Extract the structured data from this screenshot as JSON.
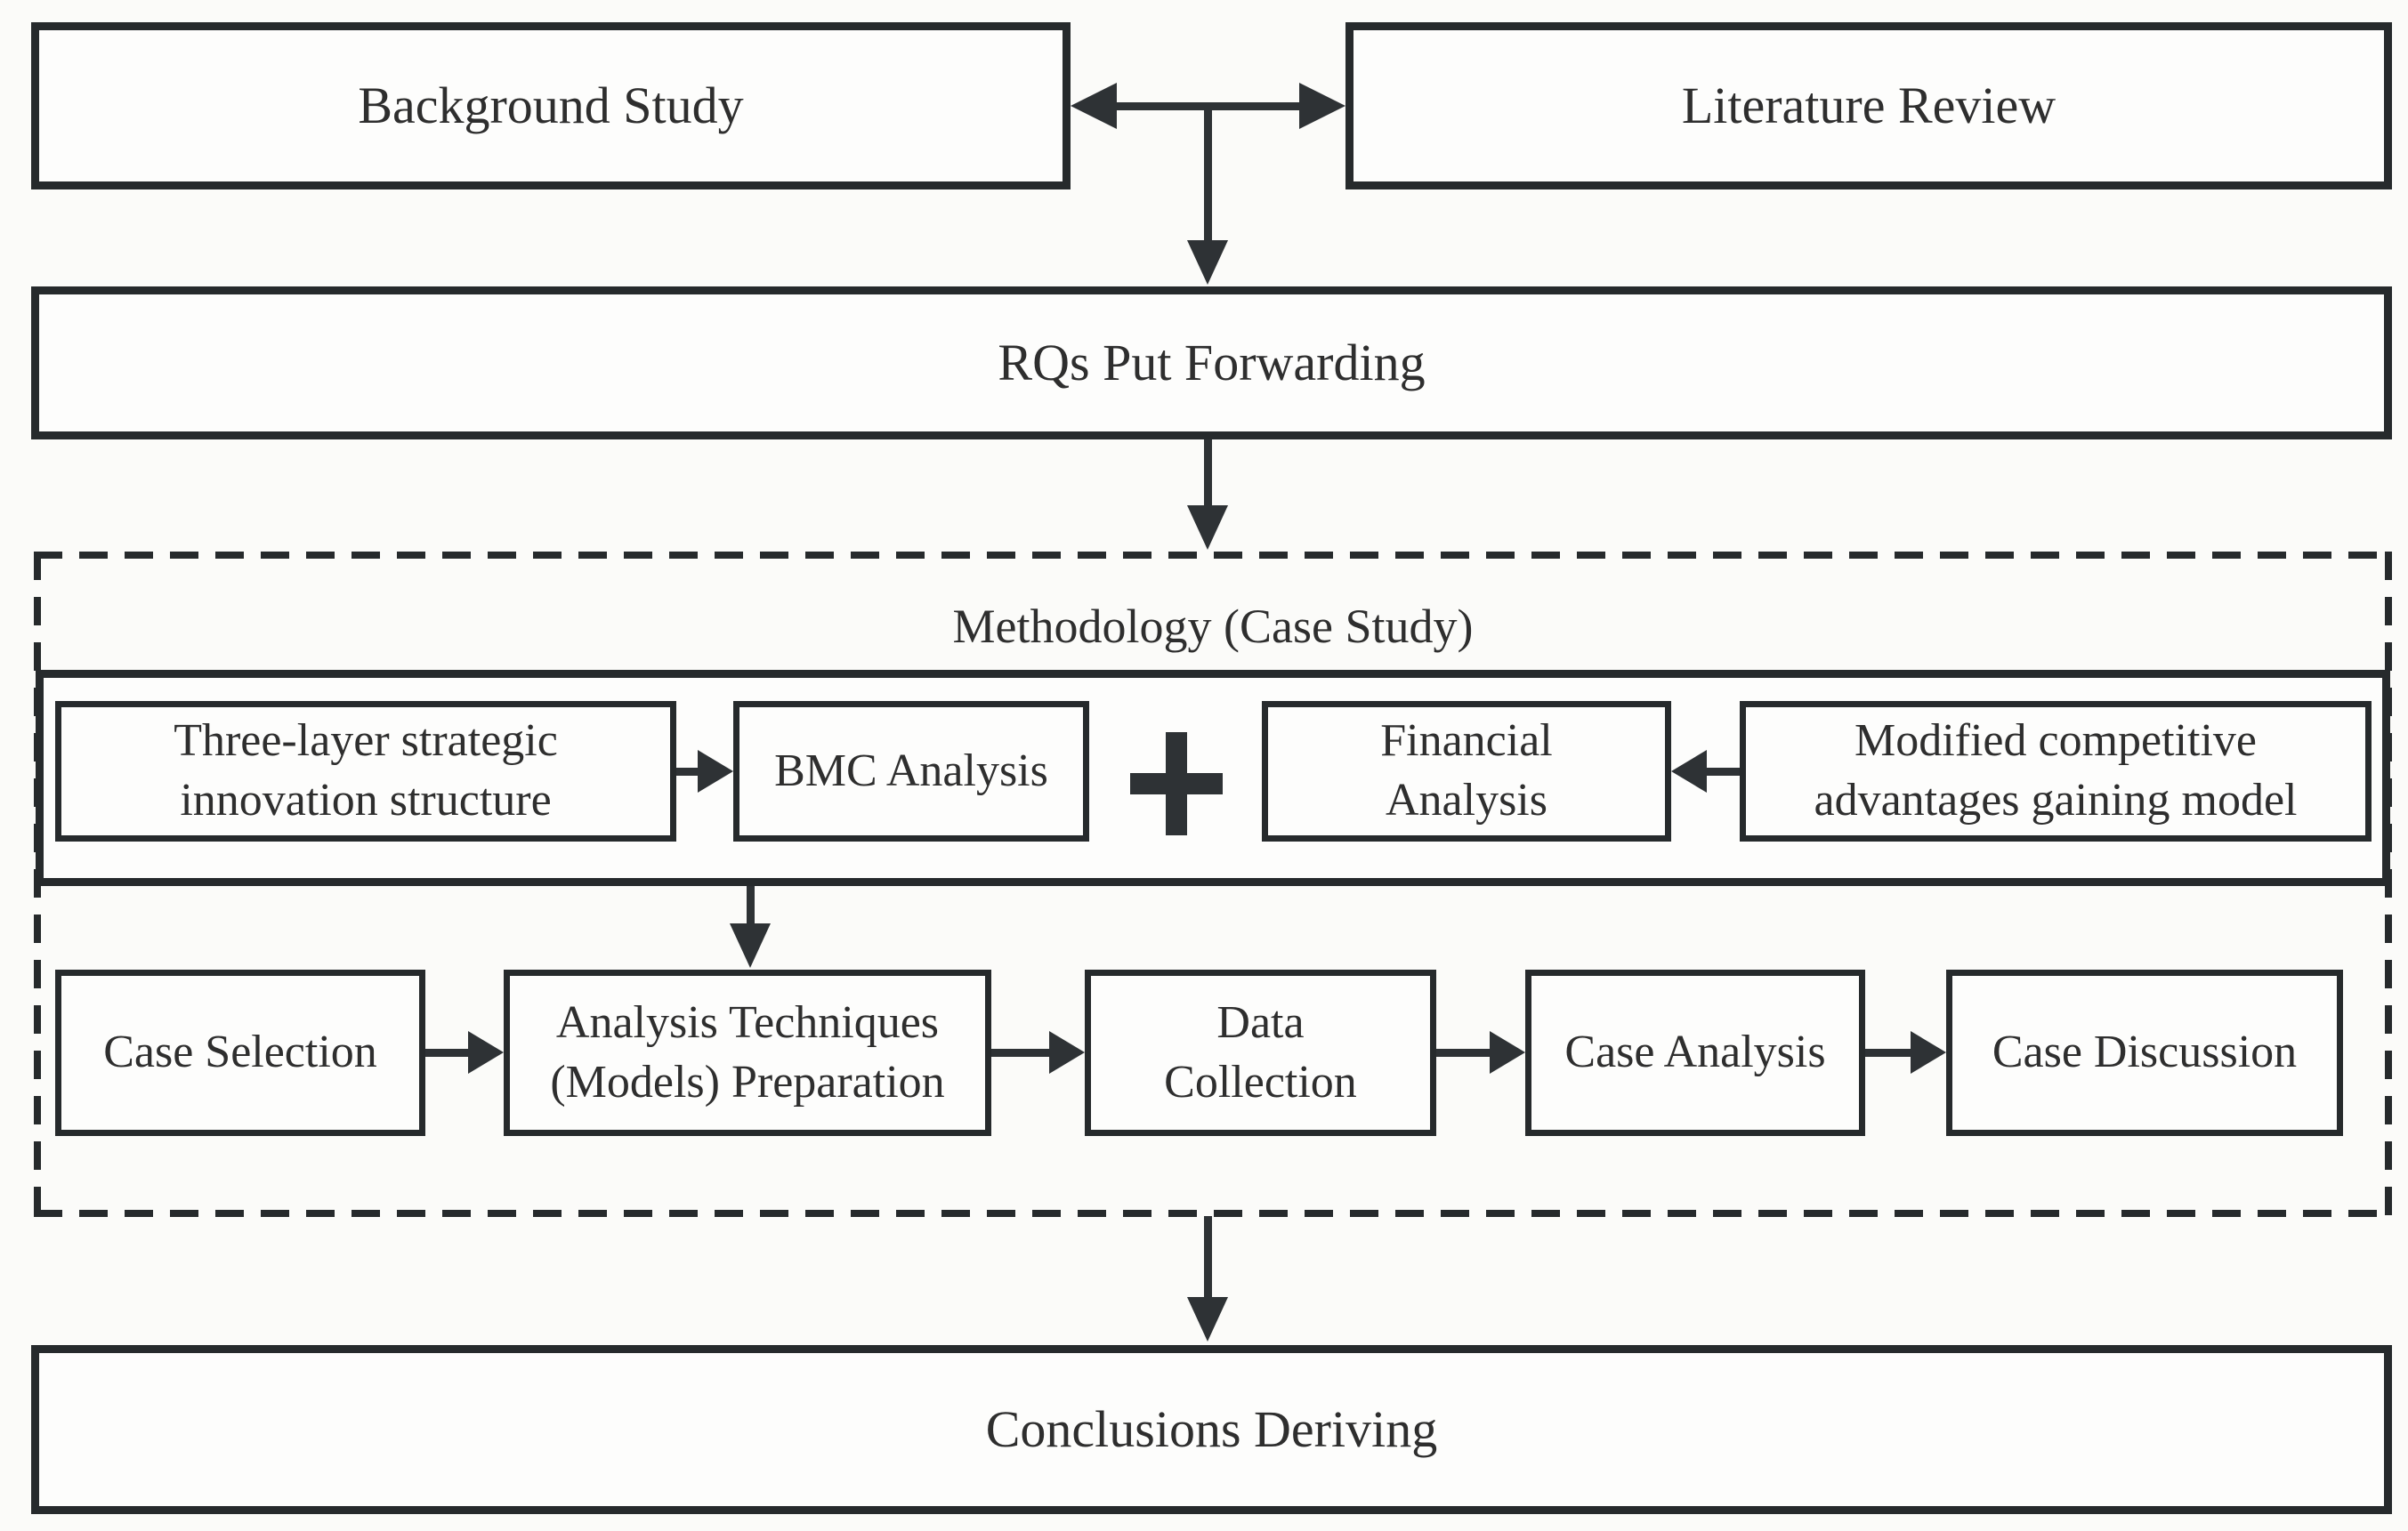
{
  "figure": {
    "title_row": {
      "background_study": "Background Study",
      "literature_review": "Literature Review"
    },
    "rqs_label": "RQs Put Forwarding",
    "methodology": {
      "title": "Methodology (Case Study)",
      "model_row": {
        "three_layer": "Three-layer strategic\ninnovation structure",
        "bmc": "BMC Analysis",
        "plus_symbol": "+",
        "financial": "Financial\nAnalysis",
        "modified": "Modified competitive\nadvantages gaining model"
      },
      "process_row": {
        "case_selection": "Case Selection",
        "analysis_techniques": "Analysis Techniques\n(Models) Preparation",
        "data_collection": "Data\nCollection",
        "case_analysis": "Case Analysis",
        "case_discussion": "Case Discussion"
      }
    },
    "conclusions_label": "Conclusions Deriving",
    "colors": {
      "border": "#262a2c",
      "text": "#2e2e2e",
      "background": "#fbfbf9",
      "box_fill": "#fdfdfc",
      "arrow": "#2e3235"
    }
  }
}
